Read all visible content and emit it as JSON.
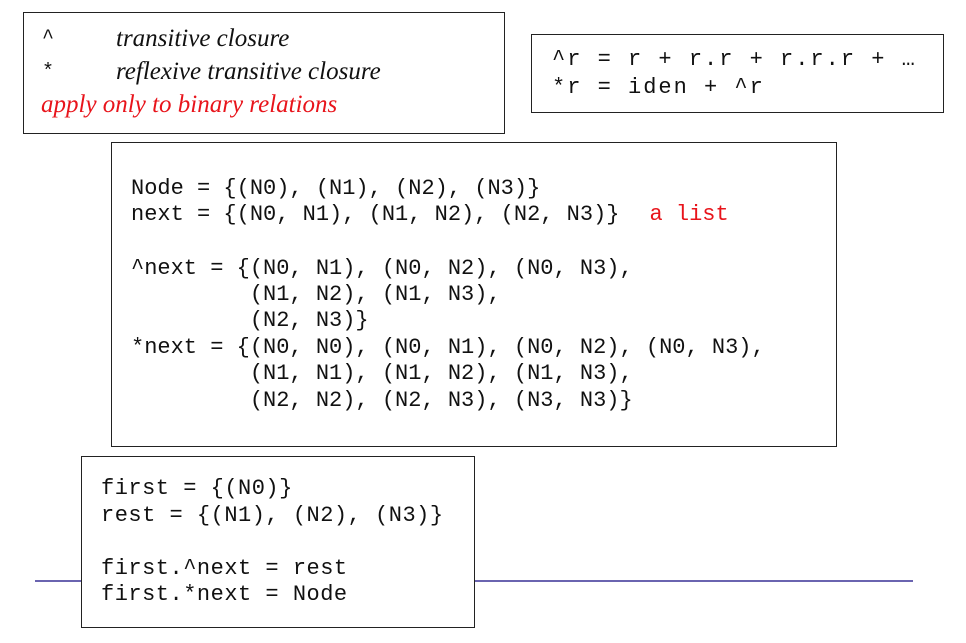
{
  "legend": {
    "items": [
      {
        "symbol": "^",
        "meaning": "transitive closure"
      },
      {
        "symbol": "*",
        "meaning": "reflexive transitive closure"
      }
    ],
    "note": "apply only to binary relations"
  },
  "definitions": [
    "^r = r + r.r + r.r.r + …",
    "*r = iden + ^r"
  ],
  "example": {
    "lines": [
      "Node = {(N0), (N1), (N2), (N3)}",
      "next = {(N0, N1), (N1, N2), (N2, N3)}",
      "^next = {(N0, N1), (N0, N2), (N0, N3),",
      "         (N1, N2), (N1, N3),",
      "         (N2, N3)}",
      "*next = {(N0, N0), (N0, N1), (N0, N2), (N0, N3),",
      "         (N1, N1), (N1, N2), (N1, N3),",
      "         (N2, N2), (N2, N3), (N3, N3)}"
    ],
    "annotation": "a list"
  },
  "first_rest": {
    "lines": [
      "first = {(N0)}",
      "rest = {(N1), (N2), (N3)}",
      "first.^next = rest",
      "first.*next = Node"
    ]
  },
  "colors": {
    "annotation": "#e8141b",
    "rule": "#6a64b0"
  }
}
